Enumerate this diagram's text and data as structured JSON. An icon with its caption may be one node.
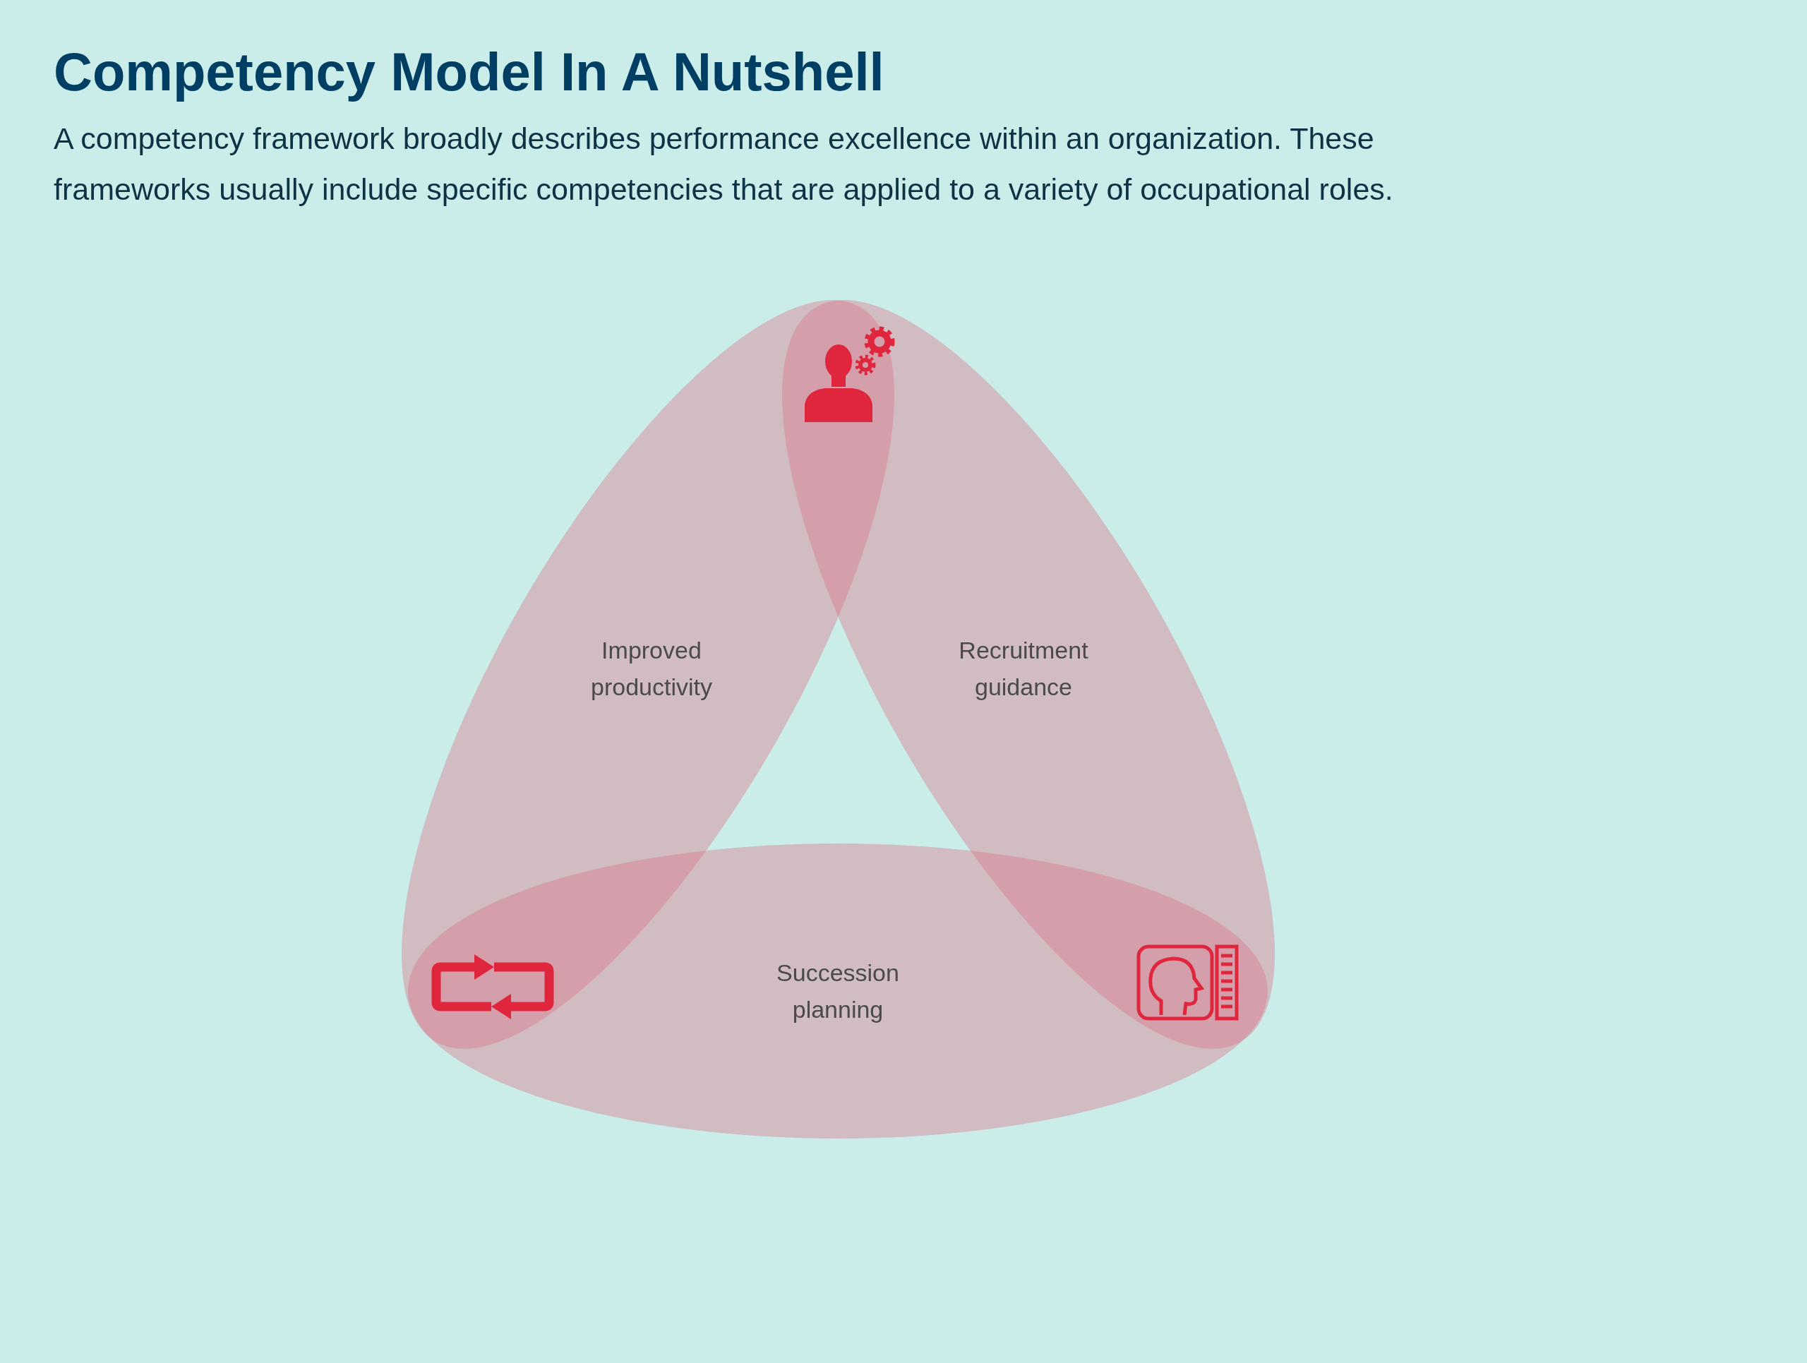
{
  "diagram": {
    "title": "Competency Model In A Nutshell",
    "nodes": [
      {
        "text": [
          "Improved productivity"
        ]
      },
      {
        "text": [
          "Recruitment guidance"
        ]
      },
      {
        "text": [
          "Succession planning"
        ]
      }
    ],
    "labels": [
      "A competency framework broadly describes performance excellence within an organization. These frameworks usually include specific competencies that are applied to a variety of occupational roles."
    ]
  }
}
